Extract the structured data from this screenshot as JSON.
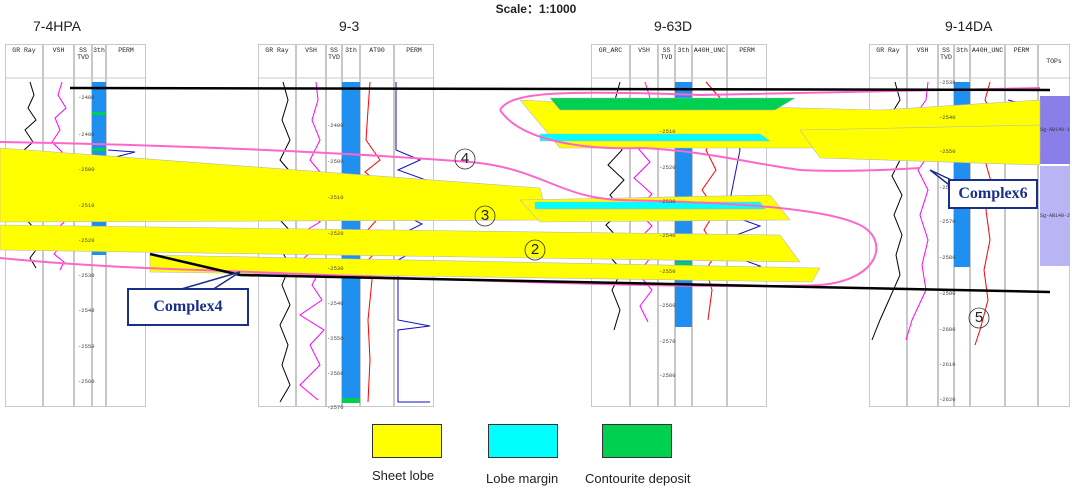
{
  "scale_title": "Scale：1:1000",
  "colors": {
    "sheet_lobe": "#ffff00",
    "lobe_margin": "#00ffff",
    "contourite": "#00d050",
    "complex_outline": "#ff66cc",
    "callout_border": "#1a2f8a",
    "boundary_line": "#000000",
    "column_blue": "#1f8ff0"
  },
  "wells": [
    {
      "name": "7-4HPA",
      "headers": [
        "GR Ray",
        "VSH",
        "SS TVD",
        "3th",
        "PERM"
      ],
      "depths": [
        "-2480",
        "-2490",
        "-2500",
        "-2510",
        "-2520",
        "-2530",
        "-2540",
        "-2550",
        "-2560"
      ]
    },
    {
      "name": "9-3",
      "headers": [
        "GR Ray",
        "VSH",
        "SS TVD",
        "3th",
        "AT90",
        "PERM"
      ],
      "depths": [
        "-2490",
        "-2500",
        "-2510",
        "-2520",
        "-2530",
        "-2540",
        "-2550",
        "-2560",
        "-2570"
      ]
    },
    {
      "name": "9-63D",
      "headers": [
        "GR_ARC",
        "VSH",
        "SS TVD",
        "3th",
        "A40H_UNC",
        "PERM"
      ],
      "depths": [
        "-2510",
        "-2520",
        "-2530",
        "-2540",
        "-2550",
        "-2560",
        "-2570",
        "-2580"
      ]
    },
    {
      "name": "9-14DA",
      "headers": [
        "GR Ray",
        "VSH",
        "SS TVD",
        "3th",
        "A40H_UNC",
        "PERM",
        "TOPs"
      ],
      "depths": [
        "-2530",
        "-2540",
        "-2550",
        "-2560",
        "-2570",
        "-2580",
        "-2590",
        "-2600",
        "-2610",
        "-2620"
      ],
      "tops": [
        "Sg-AB140-1",
        "Sg-AB140-2"
      ]
    }
  ],
  "annotations": {
    "complex4": "Complex4",
    "complex6": "Complex6",
    "labels": [
      "4",
      "3",
      "2",
      "5"
    ]
  },
  "legend": [
    {
      "label": "Sheet lobe",
      "color": "#ffff00"
    },
    {
      "label": "Lobe margin",
      "color": "#00ffff"
    },
    {
      "label": "Contourite deposit",
      "color": "#00d050"
    }
  ]
}
